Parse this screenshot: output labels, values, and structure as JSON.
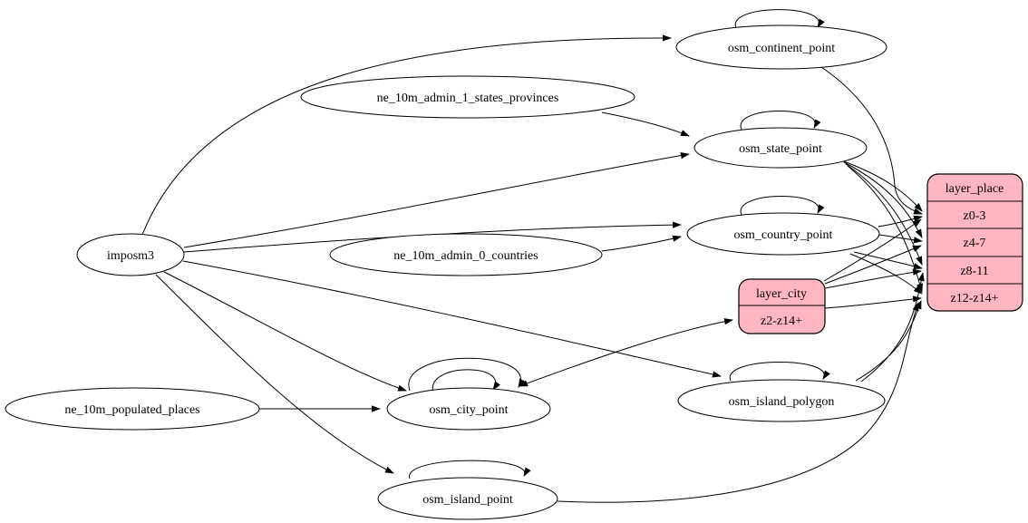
{
  "diagram": {
    "type": "etl-graph",
    "colors": {
      "background": "#ffffff",
      "table_node_fill": "#ffffff",
      "layer_record_fill": "#ffb6c1",
      "stroke": "#000000"
    },
    "nodes": {
      "imposm3": "imposm3",
      "ne_10m_admin_1_states_provinces": "ne_10m_admin_1_states_provinces",
      "ne_10m_admin_0_countries": "ne_10m_admin_0_countries",
      "ne_10m_populated_places": "ne_10m_populated_places",
      "osm_continent_point": "osm_continent_point",
      "osm_state_point": "osm_state_point",
      "osm_country_point": "osm_country_point",
      "osm_city_point": "osm_city_point",
      "osm_island_polygon": "osm_island_polygon",
      "osm_island_point": "osm_island_point"
    },
    "records": {
      "layer_city": {
        "title": "layer_city",
        "rows": [
          "z2-z14+"
        ]
      },
      "layer_place": {
        "title": "layer_place",
        "rows": [
          "z0-3",
          "z4-7",
          "z8-11",
          "z12-z14+"
        ]
      }
    },
    "edges": [
      {
        "from": "imposm3",
        "to": "osm_continent_point"
      },
      {
        "from": "imposm3",
        "to": "osm_state_point"
      },
      {
        "from": "imposm3",
        "to": "osm_country_point"
      },
      {
        "from": "imposm3",
        "to": "osm_city_point"
      },
      {
        "from": "imposm3",
        "to": "osm_island_polygon"
      },
      {
        "from": "imposm3",
        "to": "osm_island_point"
      },
      {
        "from": "ne_10m_admin_1_states_provinces",
        "to": "osm_state_point"
      },
      {
        "from": "ne_10m_admin_0_countries",
        "to": "osm_country_point"
      },
      {
        "from": "ne_10m_populated_places",
        "to": "osm_city_point"
      },
      {
        "from": "osm_continent_point",
        "to": "osm_continent_point"
      },
      {
        "from": "osm_state_point",
        "to": "osm_state_point"
      },
      {
        "from": "osm_country_point",
        "to": "osm_country_point"
      },
      {
        "from": "osm_city_point",
        "to": "osm_city_point"
      },
      {
        "from": "osm_city_point",
        "to": "osm_city_point"
      },
      {
        "from": "osm_island_polygon",
        "to": "osm_island_polygon"
      },
      {
        "from": "osm_island_point",
        "to": "osm_island_point"
      },
      {
        "from": "osm_city_point",
        "to": "layer_city:z2-z14+",
        "bidirectional": true
      },
      {
        "from": "osm_continent_point",
        "to": "layer_place:z0-3"
      },
      {
        "from": "osm_state_point",
        "to": "layer_place:z0-3"
      },
      {
        "from": "osm_state_point",
        "to": "layer_place:z4-7"
      },
      {
        "from": "osm_state_point",
        "to": "layer_place:z8-11"
      },
      {
        "from": "osm_state_point",
        "to": "layer_place:z12-z14+"
      },
      {
        "from": "osm_country_point",
        "to": "layer_place:z0-3"
      },
      {
        "from": "osm_country_point",
        "to": "layer_place:z4-7"
      },
      {
        "from": "osm_country_point",
        "to": "layer_place:z8-11"
      },
      {
        "from": "osm_country_point",
        "to": "layer_place:z12-z14+"
      },
      {
        "from": "layer_city",
        "to": "layer_place:z0-3"
      },
      {
        "from": "layer_city",
        "to": "layer_place:z4-7"
      },
      {
        "from": "layer_city",
        "to": "layer_place:z8-11"
      },
      {
        "from": "layer_city",
        "to": "layer_place:z12-z14+"
      },
      {
        "from": "osm_island_polygon",
        "to": "layer_place:z8-11"
      },
      {
        "from": "osm_island_polygon",
        "to": "layer_place:z12-z14+"
      },
      {
        "from": "osm_island_point",
        "to": "layer_place:z12-z14+"
      }
    ]
  }
}
